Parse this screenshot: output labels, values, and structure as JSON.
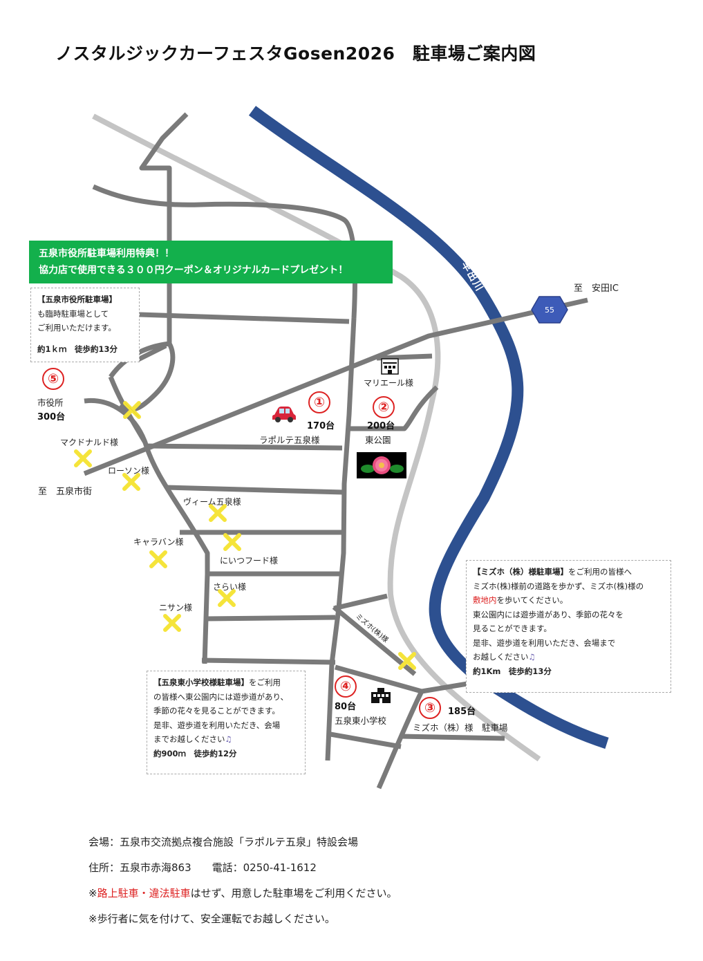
{
  "title": "ノスタルジックカーフェスタGosen2026　駐車場ご案内図",
  "promo": {
    "line1": "五泉市役所駐車場利用特典！！",
    "line2": "協力店で使用できる３００円クーポン＆オリジナルカードプレゼント！"
  },
  "river_label": "早出川",
  "route_number": "55",
  "directions": {
    "to_yasuda": "至　安田IC",
    "to_gosen": "至　五泉市街"
  },
  "lots": {
    "lot1": {
      "number": "①",
      "count": "170台",
      "name": "ラポルテ五泉様"
    },
    "lot2": {
      "number": "②",
      "count": "200台",
      "name": "東公園"
    },
    "lot3": {
      "number": "③",
      "count": "185台",
      "name": "ミズホ（株）様　駐車場"
    },
    "lot4": {
      "number": "④",
      "count": "80台",
      "name": "五泉東小学校"
    },
    "lot5": {
      "number": "⑤",
      "count": "300台",
      "name": "市役所"
    }
  },
  "landmarks": {
    "mariel": "マリエール様",
    "mizuho_road": "ミズホ(株)様"
  },
  "partner_shops": [
    "マクドナルド様",
    "ローソン様",
    "ヴィーム五泉様",
    "キャラバン様",
    "にいつフード様",
    "さらい様",
    "ニサン様"
  ],
  "box_cityhall": {
    "heading": "【五泉市役所駐車場】",
    "line1": "も臨時駐車場として",
    "line2": "ご利用いただけます。",
    "walk": "約1ｋｍ　徒歩約13分"
  },
  "box_mizuho": {
    "heading": "【ミズホ（株）様駐車場】",
    "lead": "をご利用の皆様へ",
    "line1": "ミズホ(株)様前の道路を歩かず、ミズホ(株)様の",
    "line2_red": "敷地内",
    "line2_rest": "を歩いてください。",
    "line3": "東公園内には遊歩道があり、季節の花々を",
    "line4": "見ることができます。",
    "line5": "是非、遊歩道を利用いただき、会場まで",
    "line6": "お越しください",
    "walk": "約1Km　徒歩約13分"
  },
  "box_school": {
    "heading": "【五泉東小学校様駐車場】",
    "lead": "をご利用",
    "line1": "の皆様へ東公園内には遊歩道があり、",
    "line2": "季節の花々を見ることができます。",
    "line3": "是非、遊歩道を利用いただき、会場",
    "line4": "までお越しください",
    "walk": "約900ｍ　徒歩約12分"
  },
  "footer": {
    "venue": "会場：五泉市交流拠点複合施設「ラポルテ五泉」特設会場",
    "address": "住所：五泉市赤海863　　電話：0250-41-1612",
    "warn_prefix": "※",
    "warn_red": "路上駐車・違法駐車",
    "warn_rest": "はせず、用意した駐車場をご利用ください。",
    "safety": "※歩行者に気を付けて、安全運転でお越しください。"
  },
  "colors": {
    "river": "#2d5090",
    "road": "#7a7a7a",
    "rail": "#c4c4c4",
    "promo": "#13b04c",
    "marker": "#f5e43a",
    "accent": "#d22222"
  },
  "icons": [
    "car-icon",
    "building-icon",
    "school-icon",
    "flower-image",
    "music-note-icon",
    "cross-marker-icon"
  ]
}
